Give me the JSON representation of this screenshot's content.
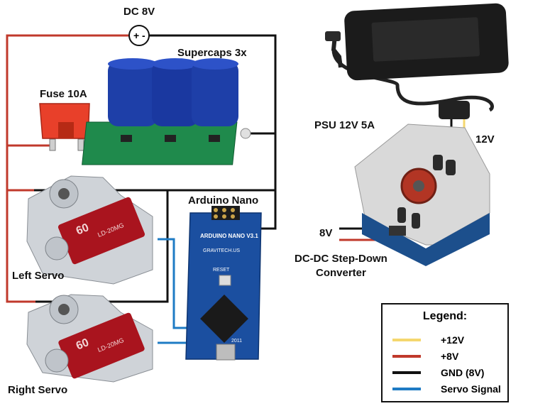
{
  "labels": {
    "dc_source": "DC 8V",
    "supercaps": "Supercaps 3x",
    "fuse": "Fuse 10A",
    "psu": "PSU 12V 5A",
    "psu_out": "12V",
    "arduino": "Arduino Nano",
    "converter_in": "8V",
    "converter_line1": "DC-DC Step-Down",
    "converter_line2": "Converter",
    "left_servo": "Left Servo",
    "right_servo": "Right Servo",
    "dc_plus": "+",
    "dc_minus": "-",
    "arduino_board": "ARDUINO NANO V3.1",
    "arduino_maker": "GRAVITECH.US",
    "arduino_reset": "RESET",
    "arduino_year": "2011",
    "servo_brand": "LD-20MG",
    "servo_sticker": "60"
  },
  "legend": {
    "title": "Legend:",
    "items": [
      {
        "label": "+12V",
        "color": "#F5D76E"
      },
      {
        "label": "+8V",
        "color": "#C0392B"
      },
      {
        "label": "GND (8V)",
        "color": "#111111"
      },
      {
        "label": "Servo Signal",
        "color": "#1E7BC4"
      }
    ]
  },
  "colors": {
    "wire_12v": "#F5D76E",
    "wire_8v": "#C0392B",
    "wire_gnd": "#111111",
    "wire_signal": "#1E7BC4",
    "cap_blue": "#1E3FA8",
    "pcb_green": "#1F8A4C",
    "arduino_blue": "#1B4FA0",
    "fuse_red": "#E8402A",
    "servo_red": "#A9141E",
    "heatsink": "#D9D9D9"
  }
}
